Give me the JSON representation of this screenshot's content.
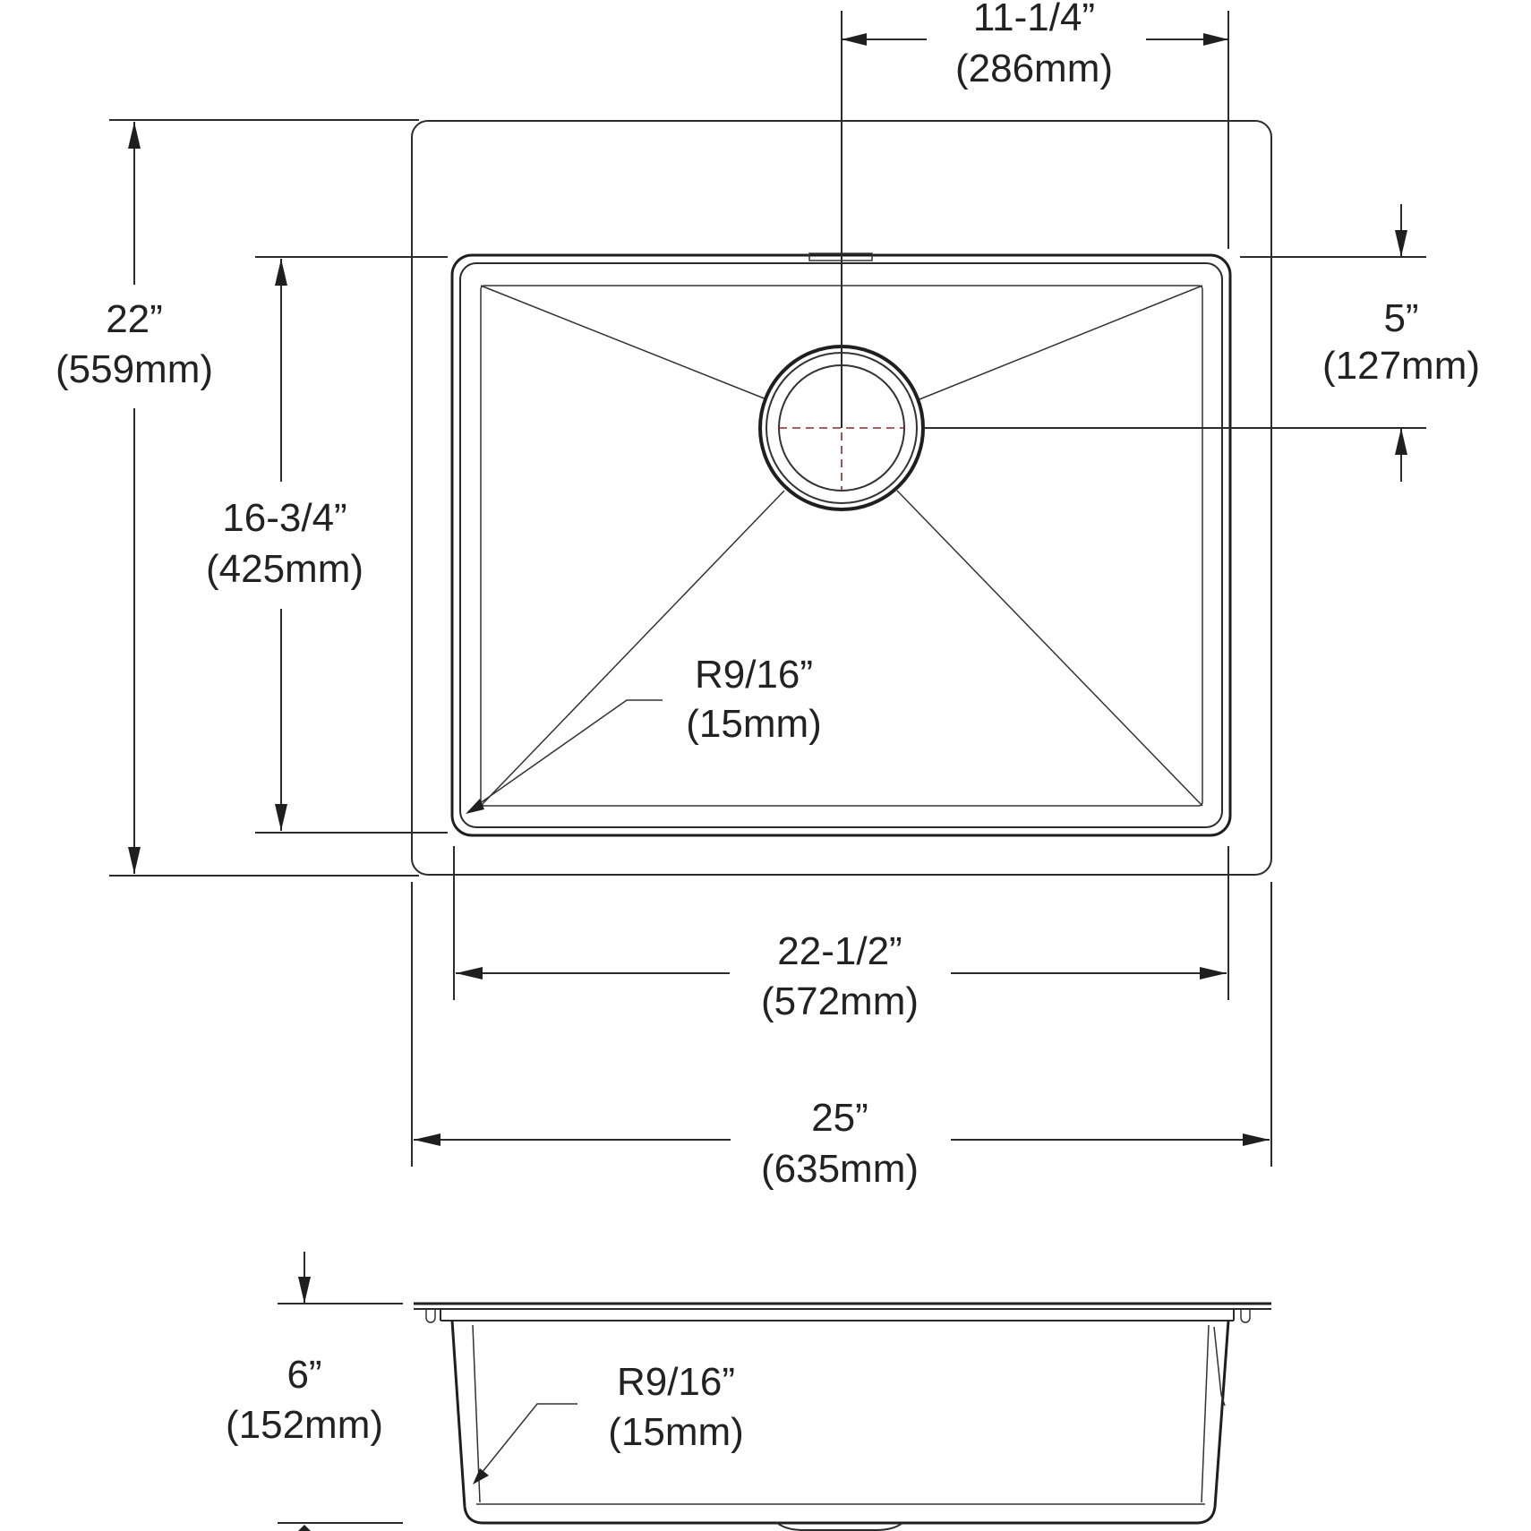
{
  "dimensions": {
    "bowl_center_offset": {
      "imperial": "11-1/4”",
      "metric": "(286mm)"
    },
    "overall_depth": {
      "imperial": "22”",
      "metric": "(559mm)"
    },
    "drain_from_back": {
      "imperial": "5”",
      "metric": "(127mm)"
    },
    "bowl_length": {
      "imperial": "16-3/4”",
      "metric": "(425mm)"
    },
    "corner_radius_plan": {
      "imperial": "R9/16”",
      "metric": "(15mm)"
    },
    "bowl_width": {
      "imperial": "22-1/2”",
      "metric": "(572mm)"
    },
    "overall_width": {
      "imperial": "25”",
      "metric": "(635mm)"
    },
    "bowl_depth": {
      "imperial": "6”",
      "metric": "(152mm)"
    },
    "corner_radius_section": {
      "imperial": "R9/16”",
      "metric": "(15mm)"
    }
  }
}
